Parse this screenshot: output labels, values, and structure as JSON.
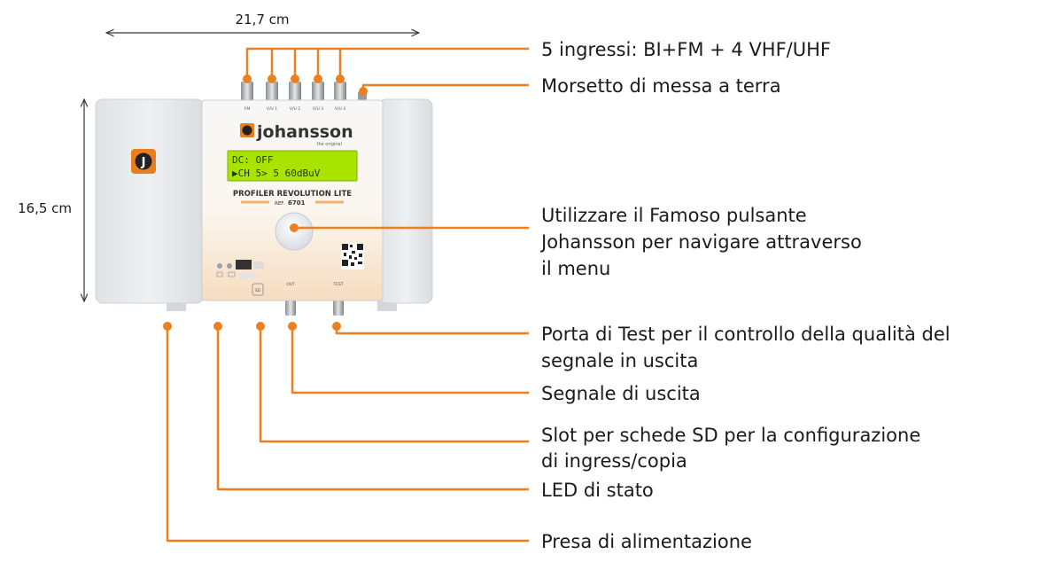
{
  "dimensions": {
    "width": "21,7 cm",
    "height": "16,5 cm"
  },
  "device": {
    "brand": "johansson",
    "tagline": "the original",
    "logo_letter": "J",
    "lcd_line1": "DC: OFF",
    "lcd_line2": "▶CH  5> 5 60dBuV",
    "product_name": "PROFILER REVOLUTION LITE",
    "ref_label": "REF.",
    "ref_number": "6701",
    "inputs": [
      "FM",
      "V/U 1",
      "V/U 2",
      "V/U 3",
      "V/U 4"
    ],
    "output_label": "OUT",
    "test_label": "TEST",
    "sd_label": "SD"
  },
  "callouts": {
    "inputs": "5 ingressi: BI+FM + 4 VHF/UHF",
    "ground": "Morsetto di messa a terra",
    "button": [
      "Utilizzare il Famoso pulsante",
      "Johansson per navigare attraverso",
      "il menu"
    ],
    "test_port": [
      "Porta di Test per il controllo della qualità del",
      "segnale in uscita"
    ],
    "output": "Segnale di uscita",
    "sd_slot": [
      "Slot per schede SD per la configurazione",
      "di ingress/copia"
    ],
    "led": "LED di stato",
    "power": "Presa di alimentazione"
  },
  "colors": {
    "leader": "#ee7f1f",
    "text": "#1b1b1b",
    "casing": "#e6e9ec",
    "lcd_bg": "#a9e400"
  }
}
